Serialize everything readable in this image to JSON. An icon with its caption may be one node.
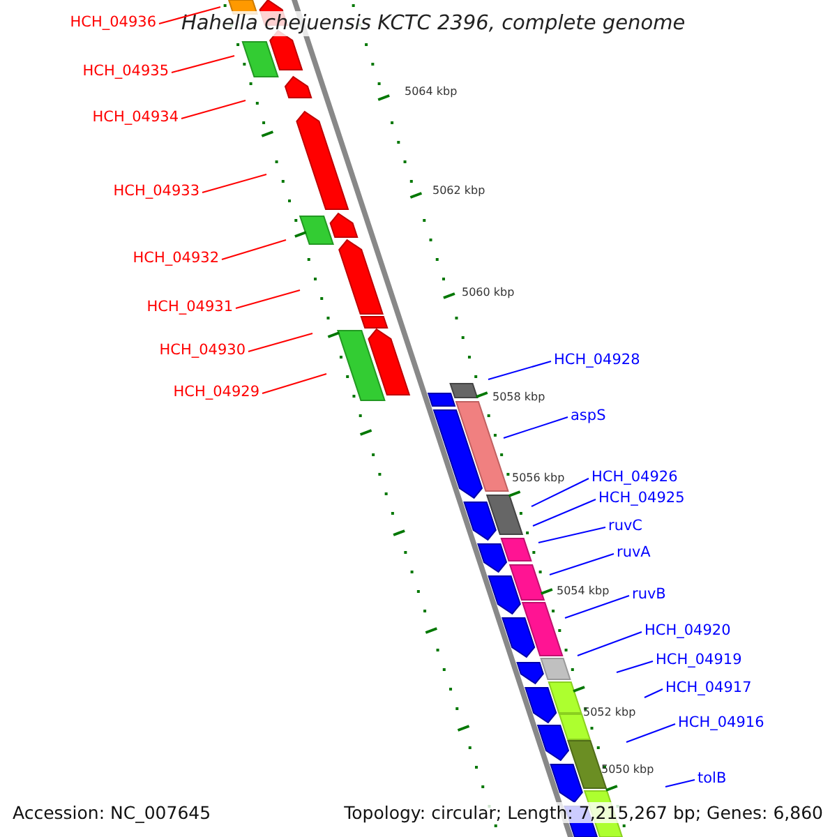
{
  "diagram": {
    "title": "Hahella chejuensis KCTC 2396, complete genome",
    "nodes": [
      {
        "text": [
          "HCH_04936"
        ]
      },
      {
        "text": [
          "HCH_04935"
        ]
      },
      {
        "text": [
          "HCH_04934"
        ]
      },
      {
        "text": [
          "HCH_04933"
        ]
      },
      {
        "text": [
          "HCH_04932"
        ]
      },
      {
        "text": [
          "HCH_04931"
        ]
      },
      {
        "text": [
          "HCH_04930"
        ]
      },
      {
        "text": [
          "HCH_04929"
        ]
      },
      {
        "text": [
          "HCH_04928"
        ]
      },
      {
        "text": [
          "aspS"
        ]
      },
      {
        "text": [
          "HCH_04926"
        ]
      },
      {
        "text": [
          "HCH_04925"
        ]
      },
      {
        "text": [
          "ruvC"
        ]
      },
      {
        "text": [
          "ruvA"
        ]
      },
      {
        "text": [
          "ruvB"
        ]
      },
      {
        "text": [
          "HCH_04920"
        ]
      },
      {
        "text": [
          "HCH_04919"
        ]
      },
      {
        "text": [
          "HCH_04917"
        ]
      },
      {
        "text": [
          "HCH_04916"
        ]
      },
      {
        "text": [
          "tolB"
        ]
      }
    ],
    "edges": [
      {
        "from": 0,
        "to": null,
        "arrow": "none",
        "color": "#ff0000"
      },
      {
        "from": 1,
        "to": null,
        "arrow": "none",
        "color": "#ff0000"
      },
      {
        "from": 2,
        "to": null,
        "arrow": "none",
        "color": "#ff0000"
      },
      {
        "from": 3,
        "to": null,
        "arrow": "none",
        "color": "#ff0000"
      },
      {
        "from": 4,
        "to": null,
        "arrow": "none",
        "color": "#ff0000"
      },
      {
        "from": 5,
        "to": null,
        "arrow": "none",
        "color": "#ff0000"
      },
      {
        "from": 6,
        "to": null,
        "arrow": "none",
        "color": "#ff0000"
      },
      {
        "from": 7,
        "to": null,
        "arrow": "none",
        "color": "#ff0000"
      },
      {
        "from": 8,
        "to": null,
        "arrow": "none"
      },
      {
        "from": 9,
        "to": null,
        "arrow": "none"
      },
      {
        "from": 10,
        "to": null,
        "arrow": "none"
      },
      {
        "from": 11,
        "to": null,
        "arrow": "none"
      },
      {
        "from": 12,
        "to": null,
        "arrow": "none"
      },
      {
        "from": 13,
        "to": null,
        "arrow": "none"
      },
      {
        "from": 14,
        "to": null,
        "arrow": "none"
      },
      {
        "from": 15,
        "to": null,
        "arrow": "none"
      },
      {
        "from": 16,
        "to": null,
        "arrow": "none"
      },
      {
        "from": 17,
        "to": null,
        "arrow": "none"
      },
      {
        "from": 18,
        "to": null,
        "arrow": "none"
      },
      {
        "from": 19,
        "to": null,
        "arrow": "none"
      }
    ],
    "labels": [
      "5064 kbp",
      "5062 kbp",
      "5060 kbp",
      "5058 kbp",
      "5056 kbp",
      "5054 kbp",
      "5052 kbp",
      "5050 kbp",
      "Accession: NC_007645",
      "Topology: circular; Length: 7,215,267 bp; Genes: 6,860"
    ]
  }
}
